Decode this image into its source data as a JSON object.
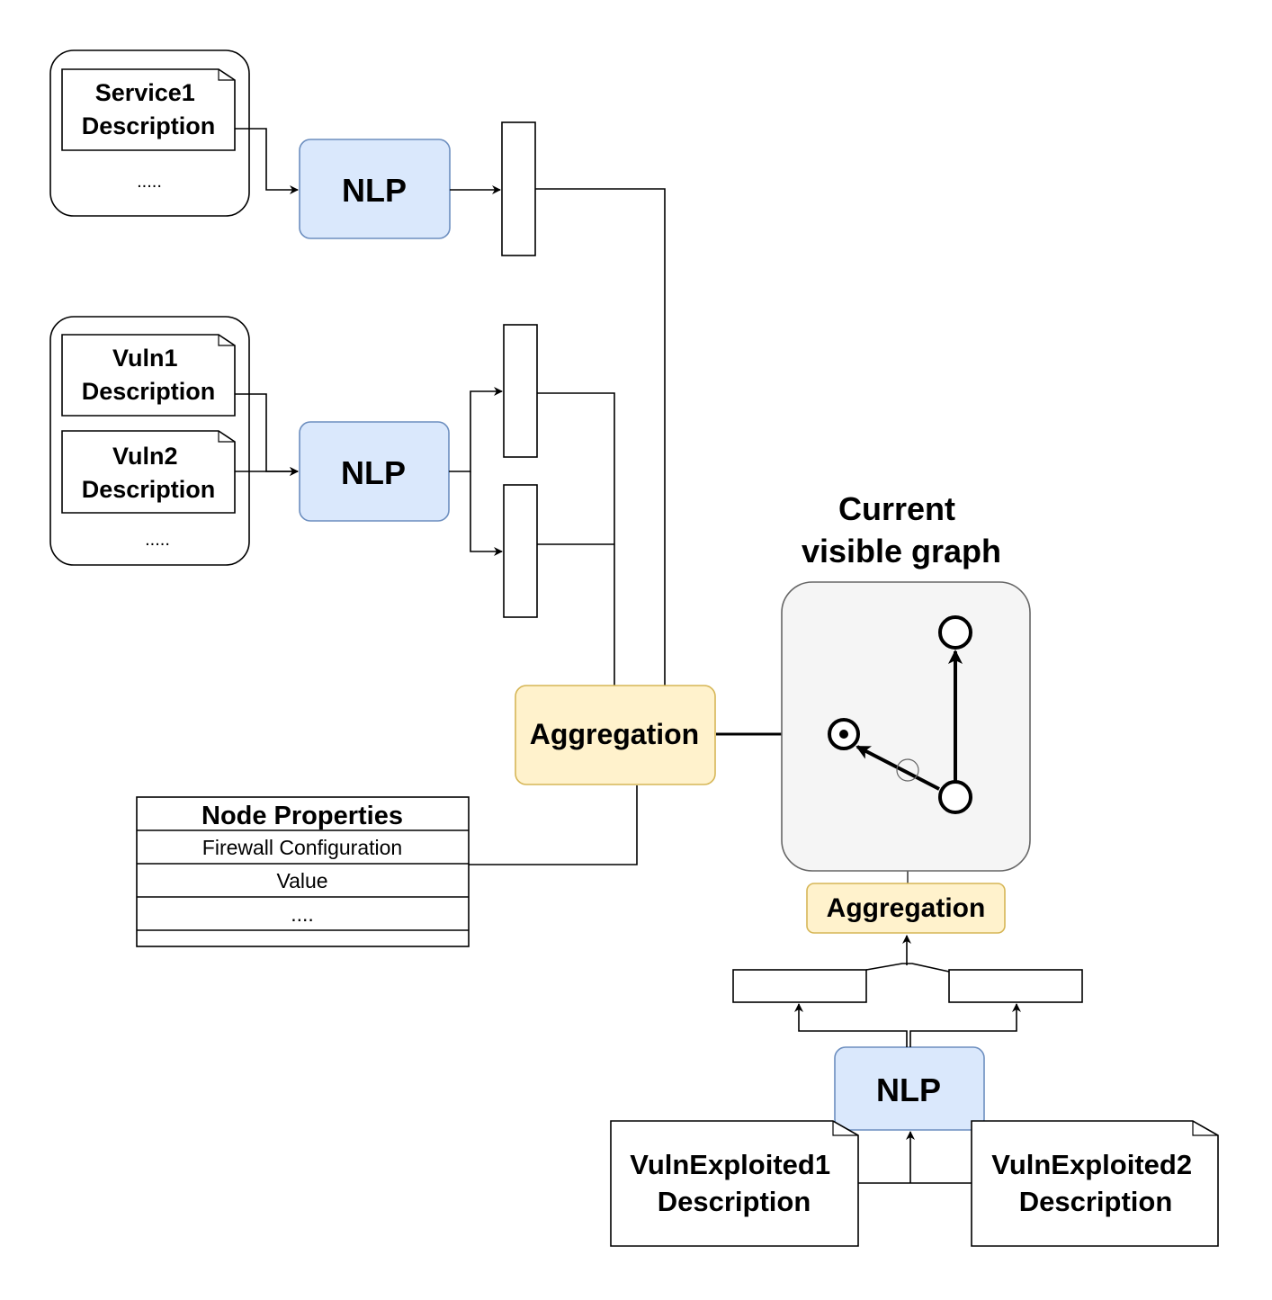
{
  "service_group": {
    "doc_lines": [
      "Service1",
      "Description"
    ],
    "ellipsis": "....."
  },
  "vuln_group": {
    "doc1_lines": [
      "Vuln1",
      "Description"
    ],
    "doc2_lines": [
      "Vuln2",
      "Description"
    ],
    "ellipsis": "....."
  },
  "nlp_labels": {
    "service": "NLP",
    "vuln": "NLP",
    "exploited": "NLP"
  },
  "aggregation_main": "Aggregation",
  "aggregation_graph": "Aggregation",
  "graph_title_lines": [
    "Current",
    "visible graph"
  ],
  "node_properties": {
    "header": "Node Properties",
    "rows": [
      "Firewall Configuration",
      "Value",
      "...."
    ]
  },
  "exploited_docs": [
    [
      "VulnExploited1",
      "Description"
    ],
    [
      "VulnExploited2",
      "Description"
    ]
  ],
  "colors": {
    "nlp_fill": "#dae8fc",
    "nlp_stroke": "#6c8ebf",
    "agg_fill": "#fff2cc",
    "agg_stroke": "#d6b656",
    "graph_fill": "#f5f5f5",
    "graph_stroke": "#666666"
  }
}
